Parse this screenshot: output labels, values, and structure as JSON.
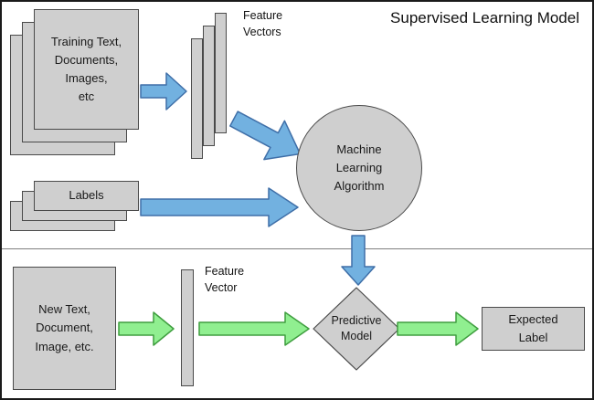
{
  "title": "Supervised Learning Model",
  "colors": {
    "background": "#ffffff",
    "frame_border": "#1a1a1a",
    "shape_fill": "#cfcfcf",
    "shape_border": "#4a4a4a",
    "arrow_blue": "#72b1e0",
    "arrow_blue_border": "#3f6fa8",
    "arrow_green": "#90ef90",
    "arrow_green_border": "#3f9e3f"
  },
  "nodes": {
    "training_docs": {
      "label": "Training Text,\nDocuments,\nImages,\netc"
    },
    "feature_vectors": {
      "label": "Feature\nVectors"
    },
    "ml_algorithm": {
      "label": "Machine\nLearning\nAlgorithm"
    },
    "labels": {
      "label": "Labels"
    },
    "new_input": {
      "label": "New Text,\nDocument,\nImage, etc."
    },
    "feature_vector": {
      "label": "Feature\nVector"
    },
    "predictive_model": {
      "label": "Predictive\nModel"
    },
    "expected_label": {
      "label": "Expected\nLabel"
    }
  }
}
